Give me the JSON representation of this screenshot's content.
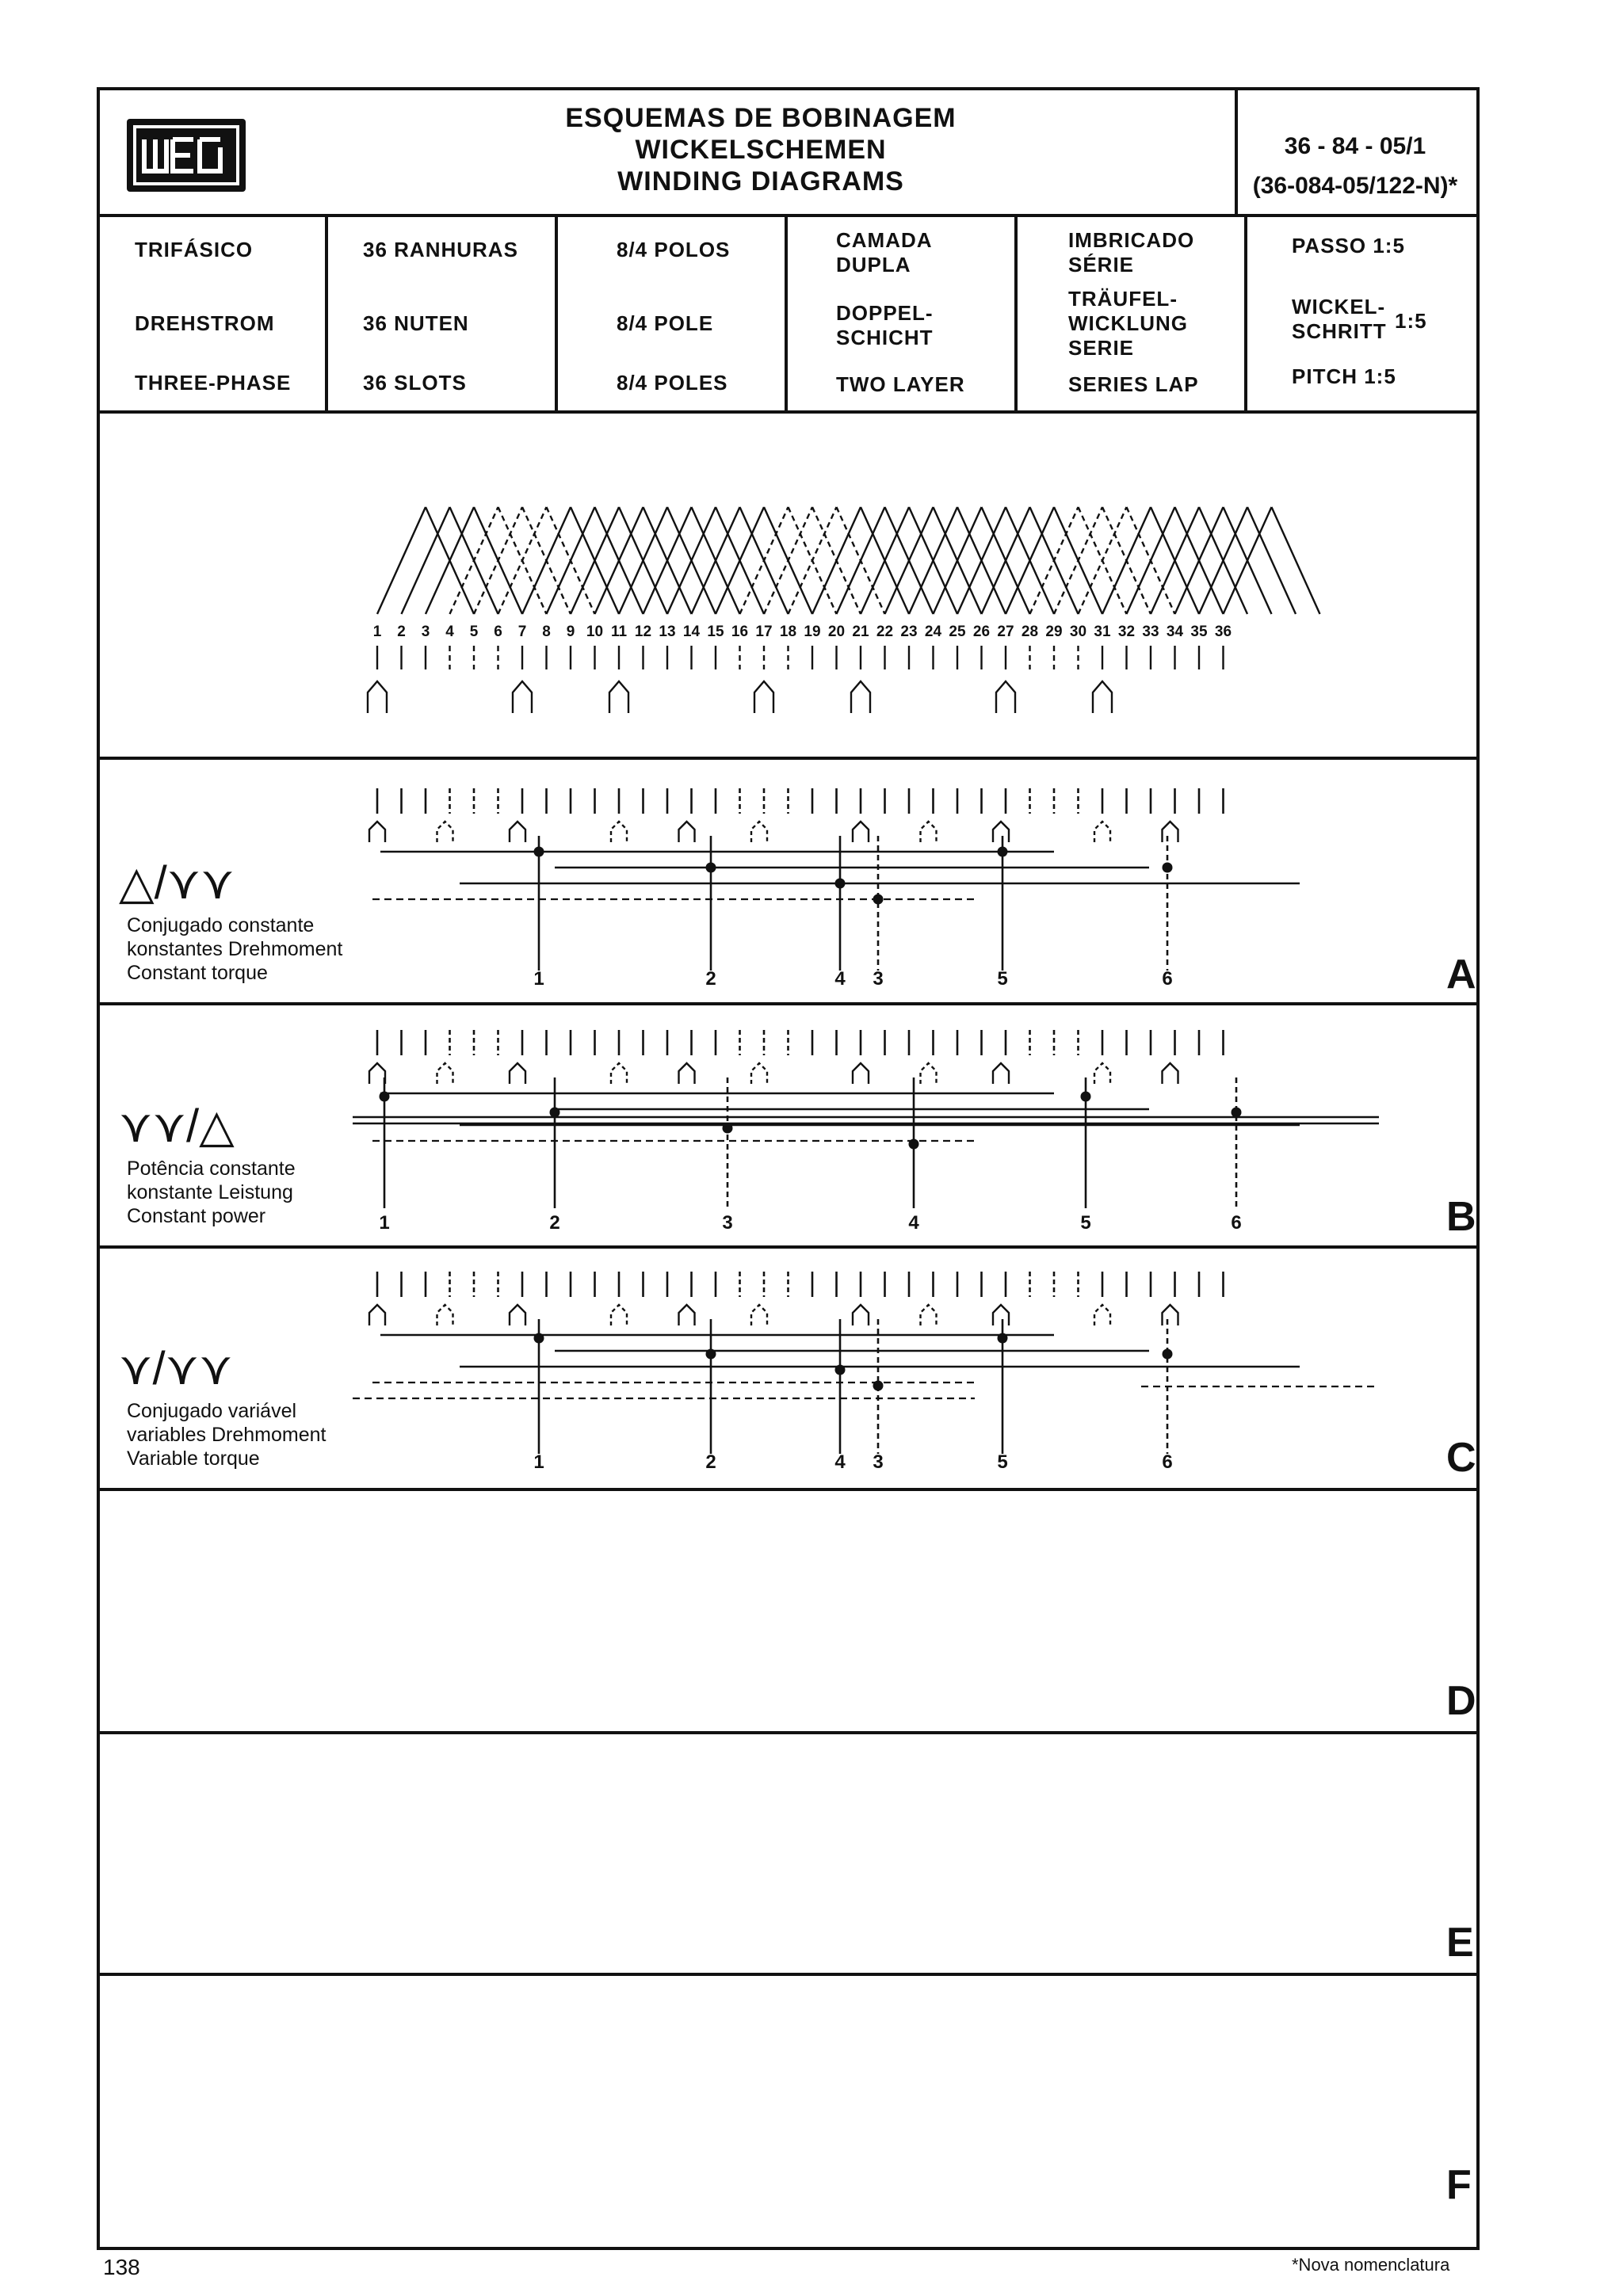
{
  "header": {
    "logo_text": "weg",
    "title_lines": [
      "ESQUEMAS DE BOBINAGEM",
      "WICKELSCHEMEN",
      "WINDING DIAGRAMS"
    ],
    "code_main": "36 - 84 - 05/1",
    "code_new": "(36-084-05/122-N)*"
  },
  "spec_table": {
    "col1": [
      "TRIFÁSICO",
      "DREHSTROM",
      "THREE-PHASE"
    ],
    "col2": [
      "36 RANHURAS",
      "36 NUTEN",
      "36 SLOTS"
    ],
    "col3": [
      "8/4 POLOS",
      "8/4 POLE",
      "8/4 POLES"
    ],
    "col4": [
      "CAMADA\nDUPLA",
      "DOPPEL-\nSCHICHT",
      "TWO LAYER"
    ],
    "col5": [
      "IMBRICADO\nSÉRIE",
      "TRÄUFEL-\nWICKLUNG\nSERIE",
      "SERIES LAP"
    ],
    "col6": [
      "PASSO 1:5",
      "WICKEL-\nSCHRITT",
      "1:5",
      "PITCH 1:5"
    ]
  },
  "winding": {
    "slot_numbers": [
      "1",
      "2",
      "3",
      "4",
      "5",
      "6",
      "7",
      "8",
      "9",
      "10",
      "11",
      "12",
      "13",
      "14",
      "15",
      "16",
      "17",
      "18",
      "19",
      "20",
      "21",
      "22",
      "23",
      "24",
      "25",
      "26",
      "27",
      "28",
      "29",
      "30",
      "31",
      "32",
      "33",
      "34",
      "35",
      "36"
    ]
  },
  "sections": [
    {
      "letter": "A",
      "symbol": "△/⋎⋎",
      "labels": [
        "Conjugado constante",
        "konstantes Drehmoment",
        "Constant torque"
      ],
      "terminals": [
        "1",
        "2",
        "4",
        "3",
        "5",
        "6"
      ]
    },
    {
      "letter": "B",
      "symbol": "⋎⋎/△",
      "labels": [
        "Potência constante",
        "konstante Leistung",
        "Constant power"
      ],
      "terminals": [
        "1",
        "2",
        "3",
        "4",
        "5",
        "6"
      ]
    },
    {
      "letter": "C",
      "symbol": "⋎/⋎⋎",
      "labels": [
        "Conjugado variável",
        "variables Drehmoment",
        "Variable torque"
      ],
      "terminals": [
        "1",
        "2",
        "4",
        "3",
        "5",
        "6"
      ]
    },
    {
      "letter": "D"
    },
    {
      "letter": "E"
    },
    {
      "letter": "F"
    }
  ],
  "footer": {
    "page_number": "138",
    "note": "*Nova nomenclatura"
  }
}
